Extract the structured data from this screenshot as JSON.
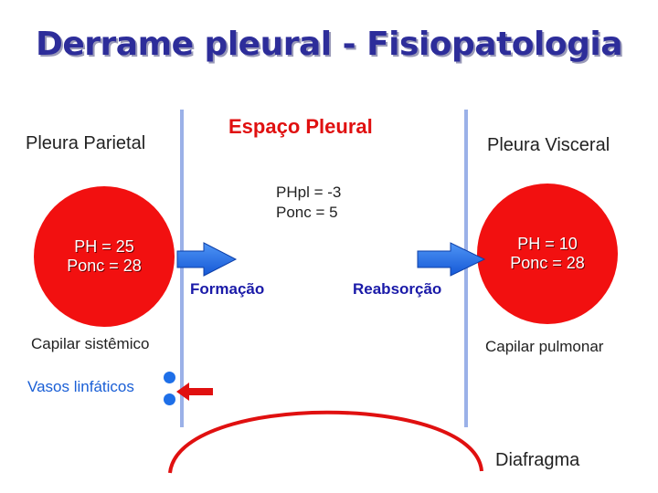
{
  "title": "Derrame pleural - Fisiopatologia",
  "center": {
    "label": "Espaço Pleural",
    "phpl": "PHpl = -3",
    "ponc": "Ponc = 5"
  },
  "left": {
    "label": "Pleura Parietal",
    "ph": "PH = 25",
    "ponc": "Ponc = 28",
    "capillary": "Capilar sistêmico",
    "flow": "Formação"
  },
  "right": {
    "label": "Pleura Visceral",
    "ph": "PH = 10",
    "ponc": "Ponc = 28",
    "capillary": "Capilar pulmonar",
    "flow": "Reabsorção"
  },
  "lymph": "Vasos linfáticos",
  "diaphragm": "Diafragma",
  "colors": {
    "title": "#2d2d9a",
    "circle": "#f21010",
    "arrow_blue": "#1e6fe8",
    "arrow_red": "#e01010",
    "line": "#9bb1e8"
  }
}
